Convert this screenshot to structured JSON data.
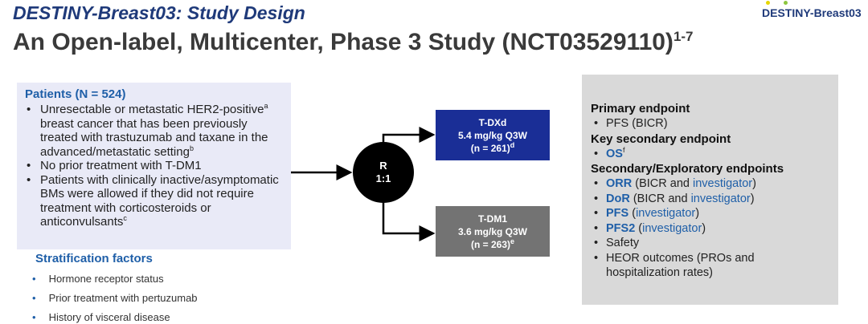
{
  "title": "DESTINY-Breast03: Study Design",
  "subtitle": "An Open-label, Multicenter, Phase 3 Study (NCT03529110)",
  "subtitle_refs": "1-7",
  "logo": "DESTINY-Breast03",
  "patients": {
    "heading": "Patients (N = 524)",
    "items": [
      {
        "text": "Unresectable or metastatic HER2-positive",
        "sup": "a",
        "text2": " breast cancer that has been previously treated with trastuzumab and taxane in the advanced/metastatic setting",
        "sup2": "b"
      },
      {
        "text": "No prior treatment with T-DM1"
      },
      {
        "text": "Patients with clinically inactive/asymptomatic BMs were allowed if they did not require treatment with corticosteroids or anticonvulsants",
        "sup": "c"
      }
    ]
  },
  "stratification": {
    "heading": "Stratification factors",
    "items": [
      "Hormone receptor status",
      "Prior treatment with pertuzumab",
      "History of visceral disease"
    ]
  },
  "randomization": {
    "label": "R",
    "ratio": "1:1"
  },
  "arms": [
    {
      "name": "T-DXd",
      "dose": "5.4 mg/kg Q3W",
      "n": "(n = 261)",
      "sup": "d",
      "color": "#1a2e96"
    },
    {
      "name": "T-DM1",
      "dose": "3.6 mg/kg Q3W",
      "n": "(n = 263)",
      "sup": "e",
      "color": "#737373"
    }
  ],
  "endpoints": {
    "primary_heading": "Primary endpoint",
    "primary": [
      "PFS (BICR)"
    ],
    "key_secondary_heading": "Key secondary endpoint",
    "key_secondary": {
      "label": "OS",
      "sup": "f"
    },
    "secondary_heading": "Secondary/Exploratory endpoints",
    "secondary": [
      {
        "bold": "ORR",
        "a": " (BICR and ",
        "b": "investigator",
        "c": ")"
      },
      {
        "bold": "DoR",
        "a": " (BICR and ",
        "b": "investigator",
        "c": ")"
      },
      {
        "bold": "PFS",
        "a": " (",
        "b": "investigator",
        "c": ")"
      },
      {
        "bold": "PFS2",
        "a": " (",
        "b": "investigator",
        "c": ")"
      }
    ],
    "other": [
      "Safety",
      "HEOR outcomes (PROs and hospitalization rates)"
    ]
  }
}
